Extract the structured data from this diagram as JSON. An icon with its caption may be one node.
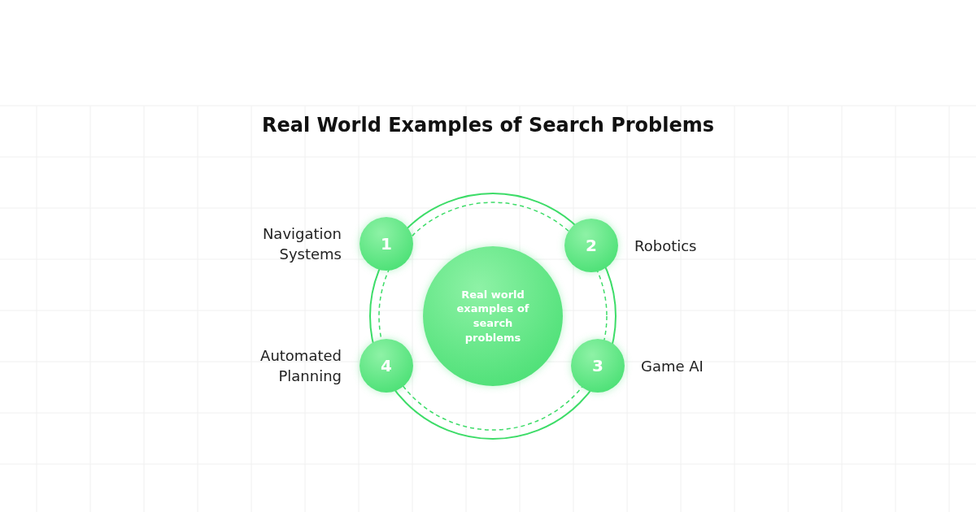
{
  "diagram": {
    "title": "Real World Examples of Search Problems",
    "nodes": [
      {
        "text": [
          "Real world examples of search problems"
        ]
      },
      {
        "text": [
          "1"
        ],
        "beside": [
          "Navigation Systems"
        ]
      },
      {
        "text": [
          "2"
        ],
        "beside": [
          "Robotics"
        ]
      },
      {
        "text": [
          "3"
        ],
        "beside": [
          "Game AI"
        ]
      },
      {
        "text": [
          "4"
        ],
        "beside": [
          "Automated Planning"
        ]
      }
    ],
    "edges": []
  }
}
